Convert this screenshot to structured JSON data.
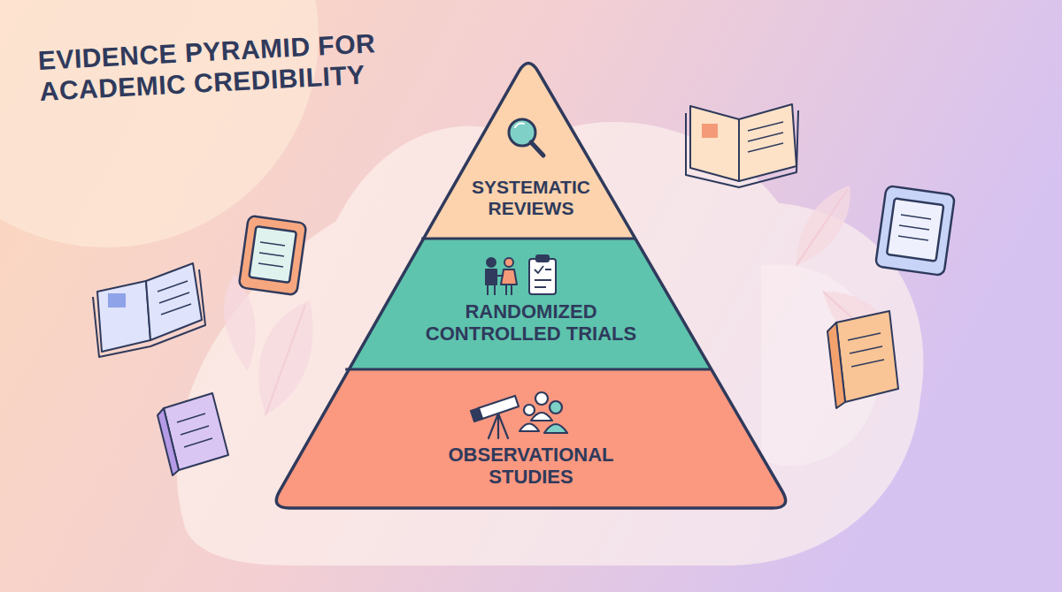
{
  "diagram": {
    "title": "EVIDENCE PYRAMID FOR ACADEMIC CREDIBILITY",
    "nodes": [
      {
        "text": [
          "SYSTEMATIC REVIEWS"
        ]
      },
      {
        "text": [
          "RANDOMIZED CONTROLLED TRIALS"
        ]
      },
      {
        "text": [
          "OBSERVATIONAL STUDIES"
        ]
      }
    ]
  }
}
